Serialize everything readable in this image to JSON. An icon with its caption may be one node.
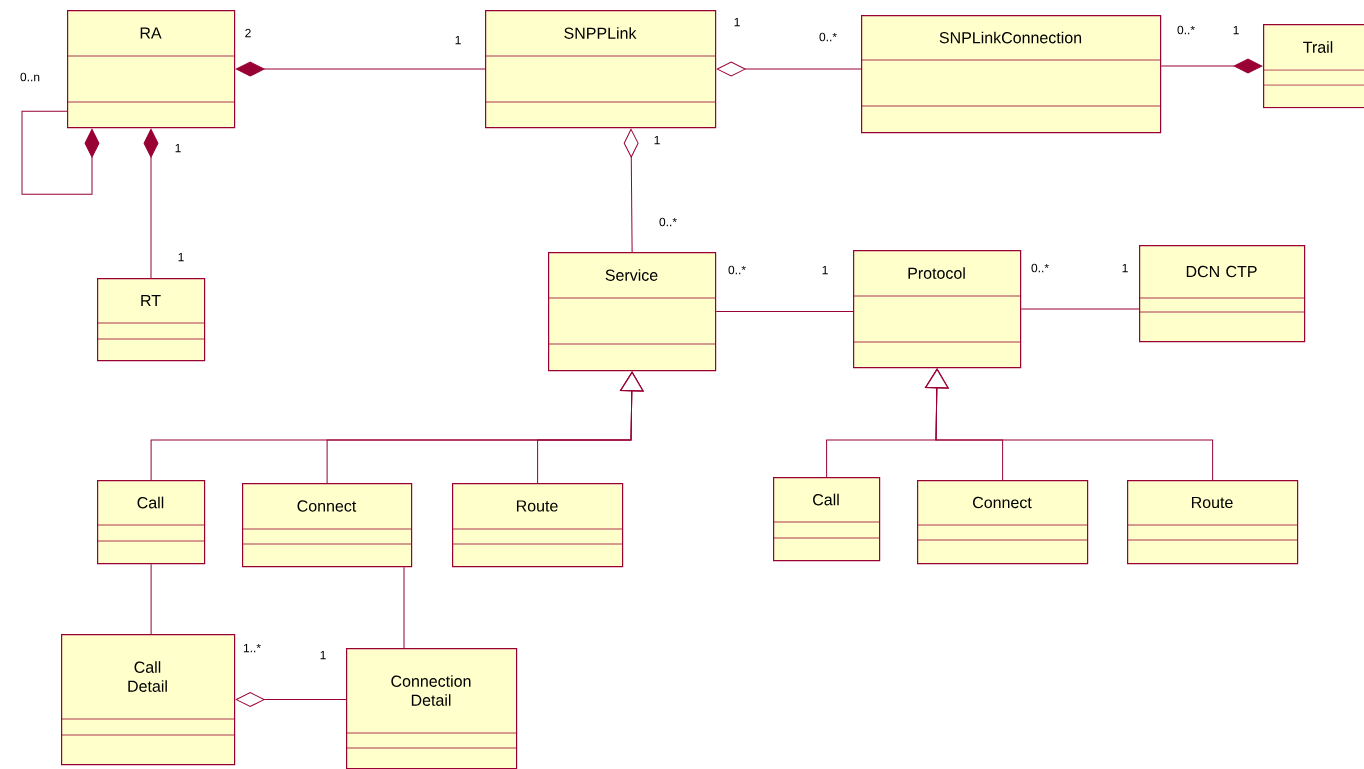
{
  "diagram": {
    "nodes": [
      {
        "text": [
          "RA"
        ]
      },
      {
        "text": [
          "SNPPLink"
        ]
      },
      {
        "text": [
          "SNPLinkConnection"
        ]
      },
      {
        "text": [
          "Trail"
        ]
      },
      {
        "text": [
          "RT"
        ]
      },
      {
        "text": [
          "Service"
        ]
      },
      {
        "text": [
          "Protocol"
        ]
      },
      {
        "text": [
          "DCN CTP"
        ]
      },
      {
        "text": [
          "Call"
        ]
      },
      {
        "text": [
          "Connect"
        ]
      },
      {
        "text": [
          "Route"
        ]
      },
      {
        "text": [
          "Call"
        ]
      },
      {
        "text": [
          "Connect"
        ]
      },
      {
        "text": [
          "Route"
        ]
      },
      {
        "text": [
          "Call Detail"
        ]
      },
      {
        "text": [
          "Connection Detail"
        ]
      }
    ],
    "edges": [
      {
        "from": 0,
        "to": 1,
        "arrow": "other"
      },
      {
        "from": 1,
        "to": 2,
        "arrow": "other"
      },
      {
        "from": 3,
        "to": 2,
        "arrow": "other"
      },
      {
        "from": 0,
        "to": 0,
        "arrow": "other"
      },
      {
        "from": 0,
        "to": 4,
        "arrow": "other"
      },
      {
        "from": 1,
        "to": 5,
        "arrow": "other"
      },
      {
        "from": 5,
        "to": 6,
        "arrow": "none"
      },
      {
        "from": 6,
        "to": 7,
        "arrow": "none"
      },
      {
        "from": 8,
        "to": 5,
        "arrow": "to"
      },
      {
        "from": 9,
        "to": 5,
        "arrow": "to"
      },
      {
        "from": 10,
        "to": 5,
        "arrow": "to"
      },
      {
        "from": 11,
        "to": 6,
        "arrow": "to"
      },
      {
        "from": 12,
        "to": 6,
        "arrow": "to"
      },
      {
        "from": 13,
        "to": 6,
        "arrow": "to"
      },
      {
        "from": 8,
        "to": 14,
        "arrow": "none"
      },
      {
        "from": 9,
        "to": 15,
        "arrow": "none"
      },
      {
        "from": 14,
        "to": 15,
        "arrow": "other"
      }
    ],
    "labels": [
      "2",
      "1",
      "1",
      "0..*",
      "0..*",
      "1",
      "0..n",
      "1",
      "1",
      "0..*",
      "1",
      "0..*",
      "1",
      "0..*",
      "1",
      "1..*",
      "1"
    ]
  }
}
